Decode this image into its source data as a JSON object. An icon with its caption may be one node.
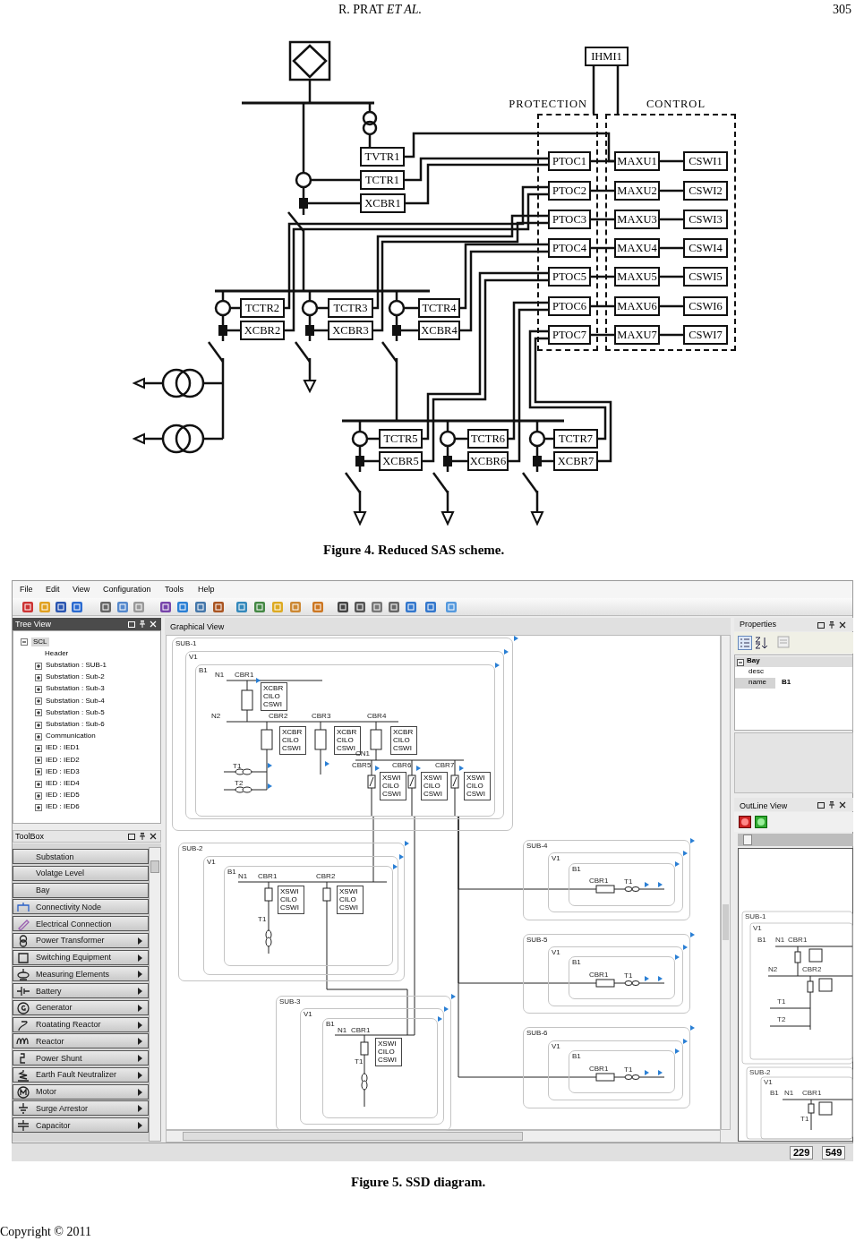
{
  "diagram": {
    "nodes": [
      {
        "text": [
          "IHMI1"
        ]
      },
      {
        "text": [
          "PROTECTION"
        ]
      },
      {
        "text": [
          "CONTROL"
        ]
      },
      {
        "text": [
          "PTOC1"
        ],
        "in": 1
      },
      {
        "text": [
          "PTOC2"
        ],
        "in": 1
      },
      {
        "text": [
          "PTOC3"
        ],
        "in": 1
      },
      {
        "text": [
          "PTOC4"
        ],
        "in": 1
      },
      {
        "text": [
          "PTOC5"
        ],
        "in": 1
      },
      {
        "text": [
          "PTOC6"
        ],
        "in": 1
      },
      {
        "text": [
          "PTOC7"
        ],
        "in": 1
      },
      {
        "text": [
          "MAXU1"
        ],
        "in": 2
      },
      {
        "text": [
          "MAXU2"
        ],
        "in": 2
      },
      {
        "text": [
          "MAXU3"
        ],
        "in": 2
      },
      {
        "text": [
          "MAXU4"
        ],
        "in": 2
      },
      {
        "text": [
          "MAXU5"
        ],
        "in": 2
      },
      {
        "text": [
          "MAXU6"
        ],
        "in": 2
      },
      {
        "text": [
          "MAXU7"
        ],
        "in": 2
      },
      {
        "text": [
          "CSWI1"
        ],
        "in": 2
      },
      {
        "text": [
          "CSWI2"
        ],
        "in": 2
      },
      {
        "text": [
          "CSWI3"
        ],
        "in": 2
      },
      {
        "text": [
          "CSWI4"
        ],
        "in": 2
      },
      {
        "text": [
          "CSWI5"
        ],
        "in": 2
      },
      {
        "text": [
          "CSWI6"
        ],
        "in": 2
      },
      {
        "text": [
          "CSWI7"
        ],
        "in": 2
      },
      {
        "text": [
          "TVTR1"
        ]
      },
      {
        "text": [
          "TCTR1"
        ]
      },
      {
        "text": [
          "XCBR1"
        ]
      },
      {
        "text": [
          "TCTR2"
        ]
      },
      {
        "text": [
          "XCBR2"
        ]
      },
      {
        "text": [
          "TCTR3"
        ]
      },
      {
        "text": [
          "XCBR3"
        ]
      },
      {
        "text": [
          "TCTR4"
        ]
      },
      {
        "text": [
          "XCBR4"
        ]
      },
      {
        "text": [
          "TCTR5"
        ]
      },
      {
        "text": [
          "XCBR5"
        ]
      },
      {
        "text": [
          "TCTR6"
        ]
      },
      {
        "text": [
          "XCBR6"
        ]
      },
      {
        "text": [
          "TCTR7"
        ]
      },
      {
        "text": [
          "XCBR7"
        ]
      },
      {
        "text": [
          "SUB-1"
        ]
      },
      {
        "text": [
          "V1"
        ],
        "in": 39
      },
      {
        "text": [
          "B1"
        ],
        "in": 40
      },
      {
        "text": [
          "XCBR",
          "CILO",
          "CSWI"
        ],
        "in": 41
      },
      {
        "text": [
          "XCBR",
          "CILO",
          "CSWI"
        ],
        "in": 41
      },
      {
        "text": [
          "XCBR",
          "CILO",
          "CSWI"
        ],
        "in": 41
      },
      {
        "text": [
          "XCBR",
          "CILO",
          "CSWI"
        ],
        "in": 41
      },
      {
        "text": [
          "XSWI",
          "CILO",
          "CSWI"
        ],
        "in": 41
      },
      {
        "text": [
          "XSWI",
          "CILO",
          "CSWI"
        ],
        "in": 41
      },
      {
        "text": [
          "XSWI",
          "CILO",
          "CSWI"
        ],
        "in": 41
      },
      {
        "text": [
          "SUB-2"
        ]
      },
      {
        "text": [
          "V1"
        ],
        "in": 49
      },
      {
        "text": [
          "B1"
        ],
        "in": 50
      },
      {
        "text": [
          "XSWI",
          "CILO",
          "CSWI"
        ],
        "in": 51
      },
      {
        "text": [
          "XSWI",
          "CILO",
          "CSWI"
        ],
        "in": 51
      },
      {
        "text": [
          "SUB-3"
        ]
      },
      {
        "text": [
          "V1"
        ],
        "in": 54
      },
      {
        "text": [
          "B1"
        ],
        "in": 55
      },
      {
        "text": [
          "XSWI",
          "CILO",
          "CSWI"
        ],
        "in": 56
      },
      {
        "text": [
          "SUB-4"
        ]
      },
      {
        "text": [
          "V1"
        ],
        "in": 58
      },
      {
        "text": [
          "B1"
        ],
        "in": 59
      },
      {
        "text": [
          "SUB-5"
        ]
      },
      {
        "text": [
          "V1"
        ],
        "in": 61
      },
      {
        "text": [
          "B1"
        ],
        "in": 62
      },
      {
        "text": [
          "SUB-6"
        ]
      },
      {
        "text": [
          "V1"
        ],
        "in": 64
      },
      {
        "text": [
          "B1"
        ],
        "in": 65
      }
    ],
    "edges": [
      {
        "from": 0,
        "to": 1,
        "arrow": "none"
      },
      {
        "from": 0,
        "to": 2,
        "arrow": "none"
      },
      {
        "from": 3,
        "to": 10,
        "arrow": "none"
      },
      {
        "from": 4,
        "to": 11,
        "arrow": "none"
      },
      {
        "from": 5,
        "to": 12,
        "arrow": "none"
      },
      {
        "from": 6,
        "to": 13,
        "arrow": "none"
      },
      {
        "from": 7,
        "to": 14,
        "arrow": "none"
      },
      {
        "from": 8,
        "to": 15,
        "arrow": "none"
      },
      {
        "from": 9,
        "to": 16,
        "arrow": "none"
      },
      {
        "from": 10,
        "to": 17,
        "arrow": "none"
      },
      {
        "from": 11,
        "to": 18,
        "arrow": "none"
      },
      {
        "from": 12,
        "to": 19,
        "arrow": "none"
      },
      {
        "from": 13,
        "to": 20,
        "arrow": "none"
      },
      {
        "from": 14,
        "to": 21,
        "arrow": "none"
      },
      {
        "from": 15,
        "to": 22,
        "arrow": "none"
      },
      {
        "from": 16,
        "to": 23,
        "arrow": "none"
      },
      {
        "from": 24,
        "to": 10,
        "arrow": "none"
      },
      {
        "from": 25,
        "to": 3,
        "arrow": "none"
      },
      {
        "from": 26,
        "to": 3,
        "arrow": "none"
      },
      {
        "from": 27,
        "to": 4,
        "arrow": "none"
      },
      {
        "from": 28,
        "to": 4,
        "arrow": "none"
      },
      {
        "from": 29,
        "to": 5,
        "arrow": "none"
      },
      {
        "from": 30,
        "to": 5,
        "arrow": "none"
      },
      {
        "from": 31,
        "to": 6,
        "arrow": "none"
      },
      {
        "from": 32,
        "to": 6,
        "arrow": "none"
      },
      {
        "from": 33,
        "to": 7,
        "arrow": "none"
      },
      {
        "from": 34,
        "to": 7,
        "arrow": "none"
      },
      {
        "from": 35,
        "to": 8,
        "arrow": "none"
      },
      {
        "from": 36,
        "to": 8,
        "arrow": "none"
      },
      {
        "from": 37,
        "to": 9,
        "arrow": "none"
      },
      {
        "from": 38,
        "to": 9,
        "arrow": "none"
      },
      {
        "from": 41,
        "to": 51,
        "arrow": "none"
      },
      {
        "from": 41,
        "to": 56,
        "arrow": "none"
      },
      {
        "from": 41,
        "to": 60,
        "arrow": "none"
      },
      {
        "from": 41,
        "to": 63,
        "arrow": "none"
      },
      {
        "from": 41,
        "to": 66,
        "arrow": "none"
      },
      {
        "from": 51,
        "to": 56,
        "arrow": "none"
      }
    ],
    "labels": [
      "R. PRAT *ET AL.*",
      "305",
      "Figure 4. Reduced SAS scheme.",
      "File",
      "Edit",
      "View",
      "Configuration",
      "Tools",
      "Help",
      "Tree View",
      "SCL",
      "Header",
      "Substation : SUB-1",
      "Substation : Sub-2",
      "Substation : Sub-3",
      "Substation : Sub-4",
      "Substation : Sub-5",
      "Substation : Sub-6",
      "Communication",
      "IED : IED1",
      "IED : IED2",
      "IED : IED3",
      "IED : IED4",
      "IED : IED5",
      "IED : IED6",
      "ToolBox",
      "Substation",
      "Volatge Level",
      "Bay",
      "Connectivity Node",
      "Electrical Connection",
      "Power Transformer",
      "Switching Equipment",
      "Measuring Elements",
      "Battery",
      "Generator",
      "Roatating Reactor",
      "Reactor",
      "Power Shunt",
      "Earth Fault Neutralizer",
      "Motor",
      "Surge Arrestor",
      "Capacitor",
      "Graphical View",
      "N1",
      "CBR1",
      "N2",
      "CBR2",
      "CBR3",
      "CBR4",
      "CN1",
      "T1",
      "CBR5",
      "CBR6",
      "CBR7",
      "T2",
      "N1",
      "CBR1",
      "CBR2",
      "T1",
      "N1",
      "CBR1",
      "T1",
      "CBR1",
      "T1",
      "CBR1",
      "T1",
      "CBR1",
      "T1",
      "Properties",
      "Bay",
      "desc",
      "name",
      "B1",
      "OutLine View",
      "SUB-1",
      "V1",
      "B1",
      "N1",
      "CBR1",
      "N2",
      "CBR2",
      "T1",
      "T2",
      "SUB-2",
      "V1",
      "B1",
      "N1",
      "CBR1",
      "T1",
      "229",
      "549",
      "Figure 5. SSD diagram.",
      "Copyright © 2011"
    ]
  }
}
